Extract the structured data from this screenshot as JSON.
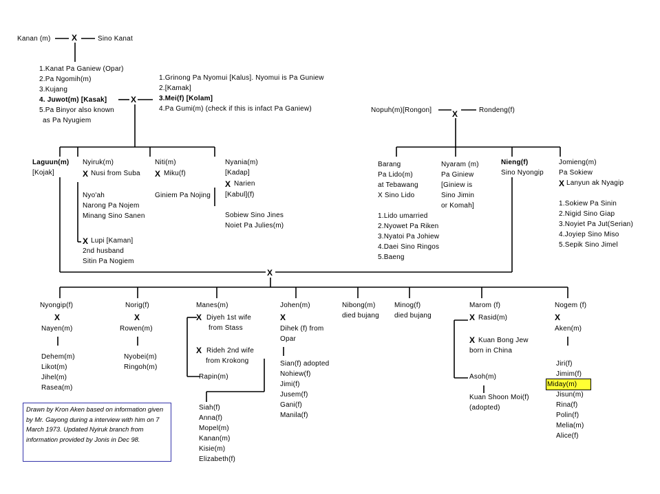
{
  "marker": "X",
  "top": {
    "kanan": "Kanan (m)",
    "sino_kanat": "Sino Kanat",
    "wives": [
      "1.Kanat Pa Ganiew (Opar)",
      "2.Pa Ngomih(m)",
      "3.Kujang",
      "4. Juwot(m) [Kasak]",
      "5.Pa Binyor also known",
      "as Pa Nyugiem"
    ],
    "mei_branch": [
      "1.Grinong Pa Nyomui [Kalus]. Nyomui is Pa Guniew",
      "2.[Kamak]",
      "3.Mei(f) [Kolam]",
      "4.Pa Gumi(m) (check if this is infact Pa Ganiew)"
    ]
  },
  "left_family": {
    "laguun": "Laguun(m)",
    "kojak": "[Kojak]",
    "nyiruk": "Nyiruk(m)",
    "nusi": "Nusi from Suba",
    "nyiruk_children": [
      "Nyo'ah",
      "Narong Pa Nojem",
      "Minang Sino Sanen"
    ],
    "lupi": "Lupi [Kaman]",
    "lupi_lines": [
      "2nd husband",
      "Sitin Pa Nogiem"
    ],
    "niti": "Niti(m)",
    "miku": "Miku(f)",
    "niti_child": "Giniem Pa Nojing",
    "nyania": "Nyania(m)",
    "kadap": "[Kadap]",
    "narien": "Narien",
    "kabul": "[Kabul](f)",
    "nyania_children": [
      "Sobiew Sino Jines",
      "Noiet Pa Julies(m)"
    ]
  },
  "right_family": {
    "nopuh": "Nopuh(m)[Rongon]",
    "rondeng": "Rondeng(f)",
    "barang": [
      "Barang",
      "Pa Lido(m)",
      "at Tebawang",
      "X Sino Lido"
    ],
    "barang_children": [
      "1.Lido umarried",
      "2.Nyowet Pa Riken",
      "3.Nyatoi Pa Johiew",
      "4.Daei Sino Ringos",
      "5.Baeng"
    ],
    "nyaram": [
      "Nyaram (m)",
      "Pa Giniew",
      "[Giniew is",
      "Sino Jimin",
      "or Komah]"
    ],
    "nieng": "Nieng(f)",
    "sino_nyongip": "Sino Nyongip",
    "jomieng": "Jomieng(m)",
    "pa_sokiew": "Pa Sokiew",
    "lanyun": "Lanyun ak Nyagip",
    "jomieng_children": [
      "1.Sokiew Pa Sinin",
      "2.Nigid Sino Giap",
      "3.Noyiet Pa Jut(Serian)",
      "4.Joyiep Sino Miso",
      "5.Sepik Sino Jimel"
    ]
  },
  "children": {
    "nyongip": "Nyongip(f)",
    "nayen": "Nayen(m)",
    "nyongip_children": [
      "Dehem(m)",
      "Likot(m)",
      "Jihel(m)",
      "Rasea(m)"
    ],
    "norig": "Norig(f)",
    "rowen": "Rowen(m)",
    "norig_children": [
      "Nyobei(m)",
      "Ringoh(m)"
    ],
    "manes": "Manes(m)",
    "diyeh": "Diyeh 1st wife",
    "diyeh2": "from Stass",
    "rideh": "Rideh 2nd wife",
    "rideh2": "from Krokong",
    "rapin": "Rapin(m)",
    "manes_children": [
      "Siah(f)",
      "Anna(f)",
      "Mopel(m)",
      "Kanan(m)",
      "Kisie(m)",
      "Elizabeth(f)"
    ],
    "johen": "Johen(m)",
    "dihek": "Dihek (f) from",
    "opar": "Opar",
    "johen_children": [
      "Sian(f) adopted",
      "Nohiew(f)",
      "Jimi(f)",
      "Jusem(f)",
      "Gani(f)",
      "Manila(f)"
    ],
    "nibong": "Nibong(m)",
    "nibong_note": "died bujang",
    "minog": "Minog(f)",
    "minog_note": "died bujang",
    "marom": "Marom (f)",
    "rasid": "Rasid(m)",
    "kuan_bong": "Kuan Bong Jew",
    "born_china": "born in China",
    "asoh": "Asoh(m)",
    "kuan_shoon": "Kuan Shoon Moi(f)",
    "adopted": "(adopted)",
    "nogem": "Nogem (f)",
    "aken": "Aken(m)",
    "nogem_children": [
      "Jiri(f)",
      "Jimim(f)",
      "Miday(m)",
      "Jisun(m)",
      "Rina(f)",
      "Polin(f)",
      "Melia(m)",
      "Alice(f)"
    ]
  },
  "note": "Drawn by Kron Aken based on information given by Mr. Gayong during a interview with him on 7 March 1973. Updated Nyiruk branch from information provided by Jonis in Dec 98.",
  "colors": {
    "highlight": "#ffff33",
    "note_border": "#3333aa"
  }
}
